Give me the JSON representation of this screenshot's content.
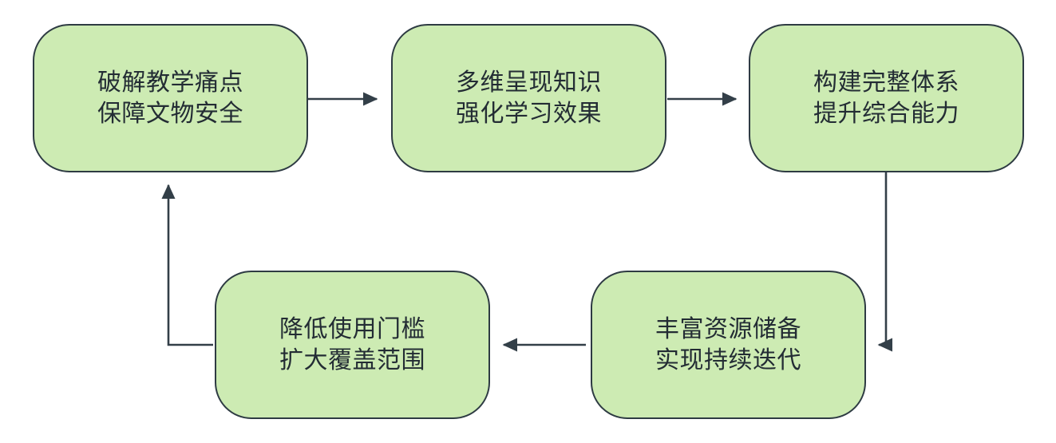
{
  "diagram": {
    "type": "cycle-flowchart",
    "title": "",
    "background_color": "#ffffff",
    "node_fill_color": "#cdebb3",
    "node_border_color": "#2e3b43",
    "edge_color": "#333f48",
    "text_color": "#232c34",
    "nodes": [
      {
        "id": "node-1",
        "line1": "破解教学痛点",
        "line2": "保障文物安全"
      },
      {
        "id": "node-2",
        "line1": "多维呈现知识",
        "line2": "强化学习效果"
      },
      {
        "id": "node-3",
        "line1": "构建完整体系",
        "line2": "提升综合能力"
      },
      {
        "id": "node-4",
        "line1": "丰富资源储备",
        "line2": "实现持续迭代"
      },
      {
        "id": "node-5",
        "line1": "降低使用门槛",
        "line2": "扩大覆盖范围"
      }
    ],
    "edges": [
      {
        "id": "edge-1-2",
        "from": "node-1",
        "to": "node-2",
        "label": "",
        "direction": "right"
      },
      {
        "id": "edge-2-3",
        "from": "node-2",
        "to": "node-3",
        "label": "",
        "direction": "right"
      },
      {
        "id": "edge-3-4",
        "from": "node-3",
        "to": "node-4",
        "label": "",
        "direction": "down-left"
      },
      {
        "id": "edge-4-5",
        "from": "node-4",
        "to": "node-5",
        "label": "",
        "direction": "left"
      },
      {
        "id": "edge-5-1",
        "from": "node-5",
        "to": "node-1",
        "label": "",
        "direction": "left-up"
      }
    ]
  }
}
